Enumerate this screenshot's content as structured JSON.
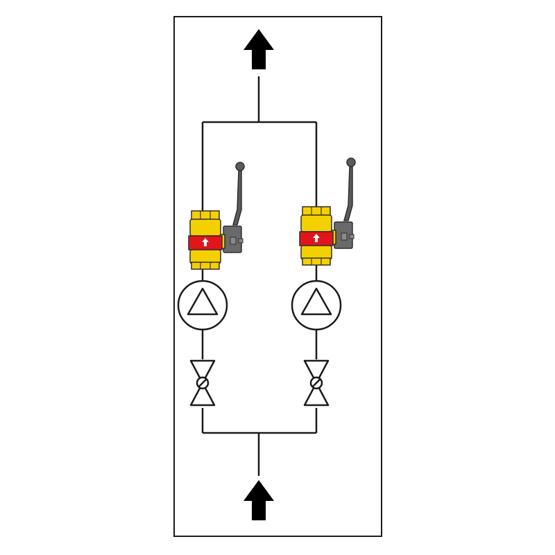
{
  "diagram": {
    "type": "hydraulic-schematic",
    "flow_direction": "bottom-to-top",
    "components": {
      "inlet_arrow": "up-arrow-icon",
      "outlet_arrow": "up-arrow-icon",
      "branches": [
        {
          "id": "left",
          "elements": [
            "ball-valve",
            "pump",
            "shutoff-valve"
          ]
        },
        {
          "id": "right",
          "elements": [
            "ball-valve",
            "pump",
            "shutoff-valve"
          ]
        }
      ]
    },
    "colors": {
      "line": "#1a1a1a",
      "background": "#ffffff",
      "valve_body": "#f5d000",
      "valve_band": "#e3141c",
      "handle": "#5b5b5b"
    }
  }
}
